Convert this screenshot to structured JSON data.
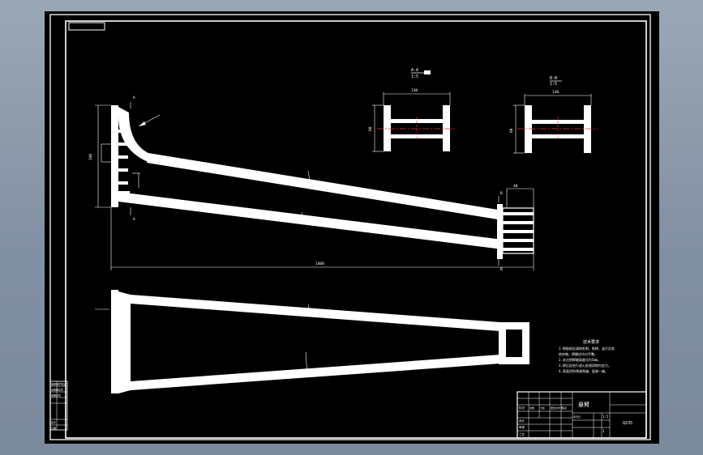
{
  "colors": {
    "background": "#000000",
    "outline": "#ffffff",
    "centerline": "#ff2a2a",
    "window_gradient_top": "#9aa7b6",
    "window_gradient_bottom": "#7a899b"
  },
  "icons": {
    "section_marker": "section-arrow-icon",
    "leader_arrow": "leader-arrow-icon"
  },
  "section_labels": {
    "a": "A-A",
    "b": "B-B",
    "a_scale": "1:5",
    "b_scale": "1:5"
  },
  "dimensions": {
    "overall_length": "1400",
    "section_a_width": "130",
    "section_b_width": "130",
    "section_height": "80",
    "left_height": "340",
    "right_box_width": "40"
  },
  "cut_marks": {
    "left_top": "A",
    "left_bottom": "A",
    "right_top": "B",
    "right_bottom": "B"
  },
  "notes": {
    "title": "技术要求",
    "lines": [
      "1.焊接前应清除毛刺、铁锈、油污及其",
      "  他杂物，焊缝应均匀平整。",
      "2.未注明焊缝高度均为5mm。",
      "3.焊后应进行退火处理消除内应力。",
      "4.表面涂防锈漆两遍，面漆一遍。"
    ]
  },
  "title_block": {
    "part_name": "悬臂",
    "material": "Q235",
    "scale": "1:5",
    "weight": "",
    "sheet": "1",
    "row_labels": [
      "标记",
      "设计",
      "审核",
      "工艺"
    ],
    "col_labels": [
      "处数",
      "分区",
      "更改文件号",
      "签名",
      "年月日"
    ]
  },
  "side_stamp": {
    "lines": [
      "借通用件登记",
      "旧底图总号",
      "底图总号",
      "签字",
      "日期"
    ]
  }
}
